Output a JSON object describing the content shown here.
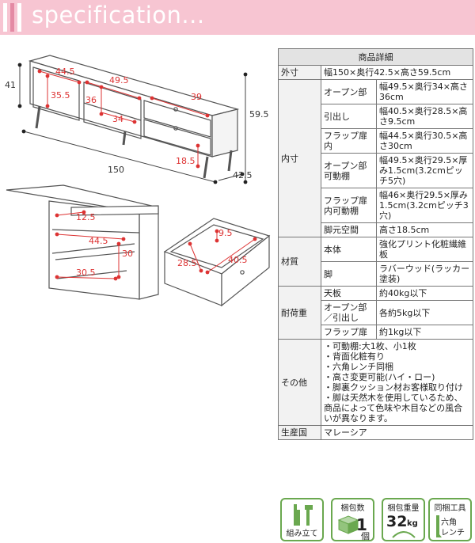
{
  "header": {
    "title": "specification..."
  },
  "diagram": {
    "main": {
      "w150": "150",
      "d42_5": "42.5",
      "h59_5": "59.5",
      "h41": "41",
      "w44_5": "44.5",
      "w49_5": "49.5",
      "w39": "39",
      "h35_5": "35.5",
      "h36": "36",
      "w34": "34",
      "h18_5": "18.5"
    },
    "side": {
      "w12_5": "12.5",
      "w44_5": "44.5",
      "h30": "30",
      "w30_5": "30.5"
    },
    "drawer": {
      "h9_5": "9.5",
      "w28_5": "28.5",
      "w40_5": "40.5"
    }
  },
  "table": {
    "heading": "商品詳細",
    "outer": {
      "label": "外寸",
      "value": "幅150×奥行42.5×高さ59.5cm"
    },
    "inner": {
      "label": "内寸",
      "rows": [
        {
          "sub": "オープン部",
          "value": "幅49.5×奥行34×高さ36cm"
        },
        {
          "sub": "引出し",
          "value": "幅40.5×奥行28.5×高さ9.5cm"
        },
        {
          "sub": "フラップ扉内",
          "value": "幅44.5×奥行30.5×高さ30cm"
        },
        {
          "sub": "オープン部可動棚",
          "value": "幅49.5×奥行29.5×厚み1.5cm(3.2cmピッチ5穴)"
        },
        {
          "sub": "フラップ扉内可動棚",
          "value": "幅46×奥行29.5×厚み1.5cm(3.2cmピッチ3穴)"
        },
        {
          "sub": "脚元空間",
          "value": "高さ18.5cm"
        }
      ]
    },
    "material": {
      "label": "材質",
      "rows": [
        {
          "sub": "本体",
          "value": "強化プリント化粧繊維板"
        },
        {
          "sub": "脚",
          "value": "ラバーウッド(ラッカー塗装)"
        }
      ]
    },
    "load": {
      "label": "耐荷重",
      "rows": [
        {
          "sub": "天板",
          "value": "約40kg以下"
        },
        {
          "sub": "オープン部／引出し",
          "value": "各約5kg以下"
        },
        {
          "sub": "フラップ扉",
          "value": "約1kg以下"
        }
      ]
    },
    "other": {
      "label": "その他",
      "lines": [
        "・可動棚:大1枚、小1枚",
        "・背面化粧有り",
        "・六角レンチ同梱",
        "・高さ変更可能(ハイ・ロー)",
        "・脚裏クッション材お客様取り付け",
        "・脚は天然木を使用しているため、商品によって色味や木目などの風合いが異なります。"
      ]
    },
    "origin": {
      "label": "生産国",
      "value": "マレーシア"
    }
  },
  "icons": [
    {
      "name": "assembly",
      "bottom": "組み立て"
    },
    {
      "name": "package-count",
      "top": "梱包数",
      "value": "1",
      "unit": "個"
    },
    {
      "name": "package-weight",
      "top": "梱包重量",
      "value": "32",
      "unit": "kg"
    },
    {
      "name": "included-tool",
      "top": "同梱工具",
      "line1": "六角",
      "line2": "レンチ"
    }
  ]
}
